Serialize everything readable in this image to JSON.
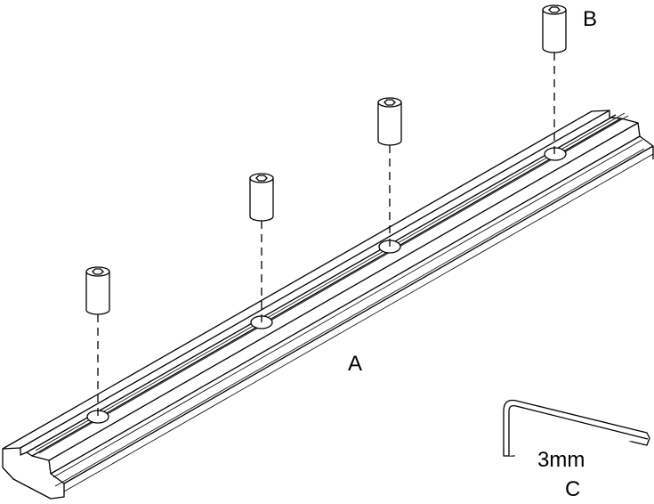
{
  "labels": {
    "rail": "A",
    "screw": "B",
    "hex_key_size": "3mm",
    "hex_key": "C"
  },
  "parts": {
    "screw_count": 4,
    "icons": [
      "t-slot-rail",
      "socket-set-screw",
      "hex-key"
    ]
  },
  "colors": {
    "line": "#000000",
    "background": "#ffffff"
  }
}
